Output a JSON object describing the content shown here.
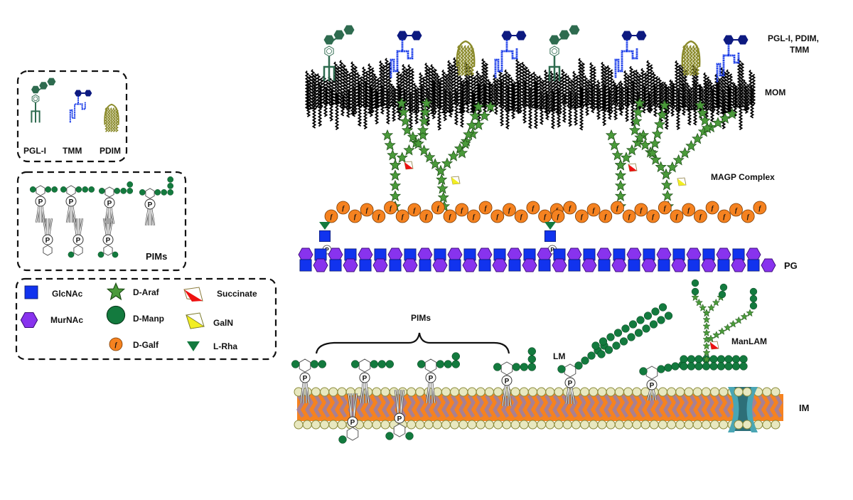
{
  "figure": {
    "title": "Mycobacterial cell envelope schematic",
    "layer_labels": {
      "outer_lipids": [
        "PGL-I, PDIM,",
        "TMM"
      ],
      "mom": "MOM",
      "magp": "MAGP Complex",
      "pg": "PG",
      "manlam": "ManLAM",
      "lm": "LM",
      "pims": "PIMs",
      "im": "IM"
    },
    "phosphate_symbol": "P",
    "galf_symbol": "f"
  },
  "legend_lipids": {
    "items": [
      {
        "label": "PGL-I",
        "icon": "pgl-i-glycolipid-icon",
        "color": "#2e6b4f"
      },
      {
        "label": "TMM",
        "icon": "tmm-trehalose-mycolate-icon",
        "color": "#1a3ce8",
        "head_color": "#0d1a80"
      },
      {
        "label": "PDIM",
        "icon": "pdim-lipid-icon",
        "color": "#8a8a2a"
      }
    ]
  },
  "legend_pims": {
    "label": "PIMs",
    "top_row_mannose_counts": [
      3,
      4,
      5,
      6
    ],
    "bottom_row_mannose_counts": [
      0,
      1,
      2
    ]
  },
  "legend_sugars": {
    "items": [
      {
        "label": "GlcNAc",
        "icon": "blue-square-icon",
        "color": "#1133ee"
      },
      {
        "label": "MurNAc",
        "icon": "purple-hexagon-icon",
        "color": "#8833ee"
      },
      {
        "label": "D-Araf",
        "icon": "green-star-icon",
        "color": "#4a9a3a"
      },
      {
        "label": "D-Manp",
        "icon": "green-circle-icon",
        "color": "#137a3e"
      },
      {
        "label": "D-Galf",
        "icon": "orange-circle-f-icon",
        "color": "#f58220"
      },
      {
        "label": "Succinate",
        "icon": "red-half-diamond-icon",
        "color": "#ee1111"
      },
      {
        "label": "GalN",
        "icon": "yellow-half-diamond-icon",
        "color": "#f2ee22"
      },
      {
        "label": "L-Rha",
        "icon": "green-triangle-icon",
        "color": "#137a3e"
      }
    ]
  },
  "colors": {
    "membrane_head": "#e8e8c0",
    "membrane_head_stroke": "#8a8a3a",
    "membrane_tail_orange": "#f58220",
    "membrane_tail_purple": "#9a80a8",
    "porin": "#2d6f78",
    "porin_edge": "#4aa6b4",
    "mycolic_chain": "#000000"
  }
}
